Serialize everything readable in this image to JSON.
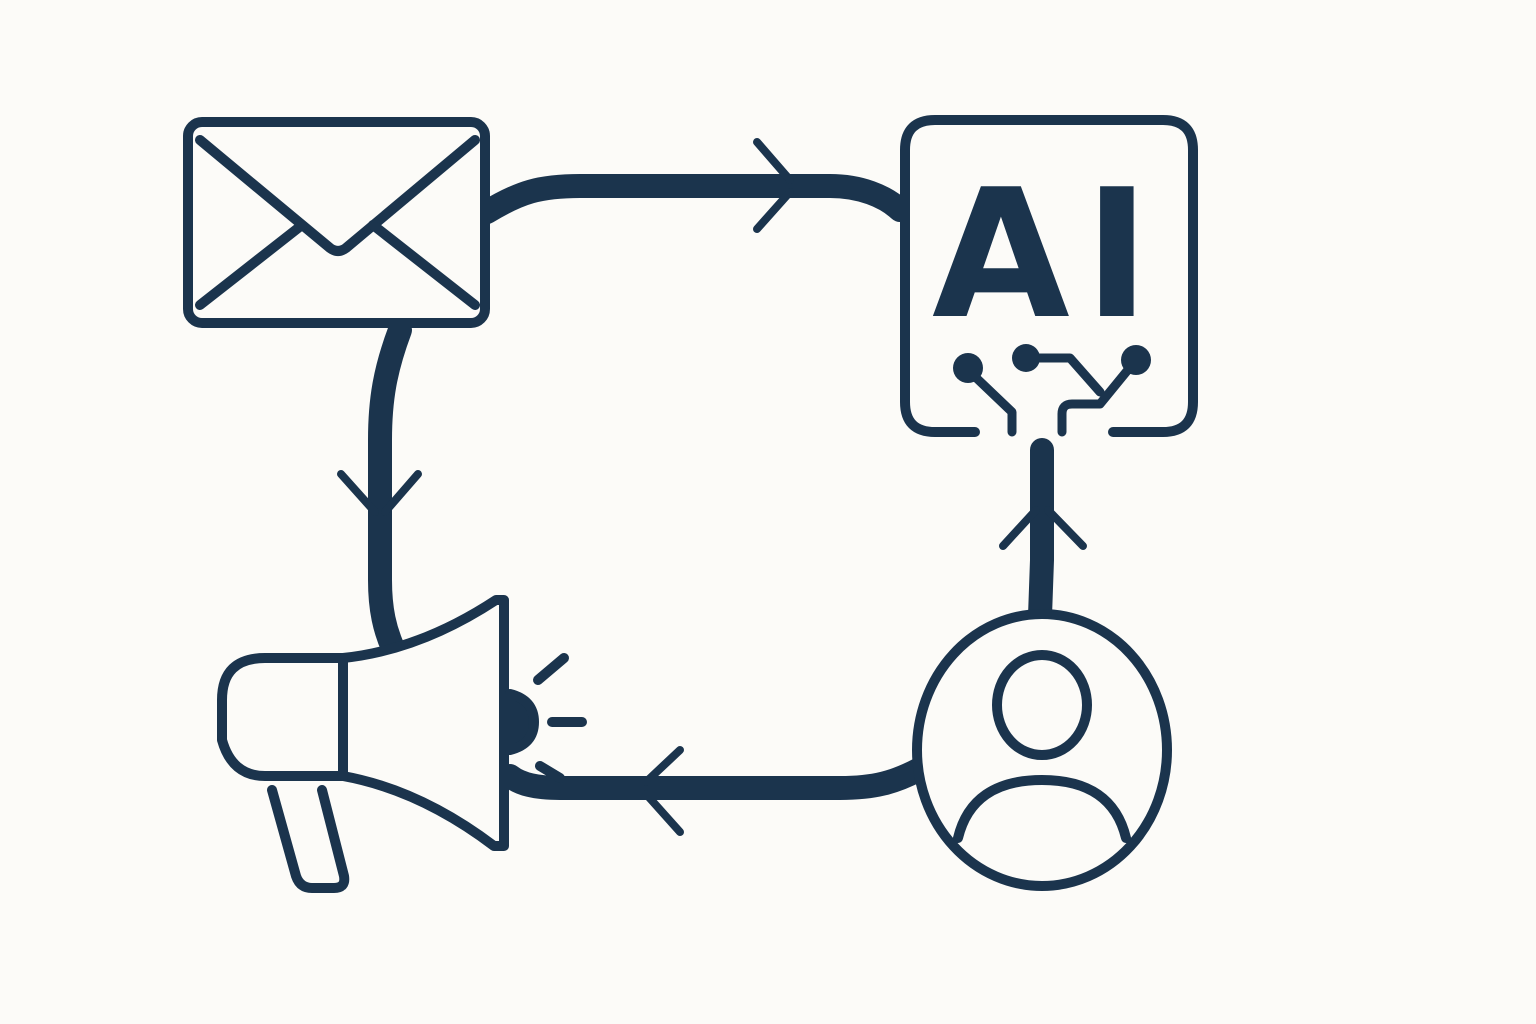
{
  "colors": {
    "background": "#fcfbf8",
    "stroke": "#1b344d"
  },
  "nodes": {
    "email": {
      "icon": "envelope-icon"
    },
    "ai": {
      "icon": "ai-chip-icon",
      "label": "AI"
    },
    "user": {
      "icon": "user-avatar-icon"
    },
    "megaphone": {
      "icon": "megaphone-icon"
    }
  },
  "flows": [
    {
      "from": "email",
      "to": "ai",
      "direction": "right"
    },
    {
      "from": "user",
      "to": "ai",
      "direction": "up"
    },
    {
      "from": "user",
      "to": "megaphone",
      "direction": "left"
    },
    {
      "from": "email",
      "to": "megaphone",
      "direction": "down"
    }
  ]
}
